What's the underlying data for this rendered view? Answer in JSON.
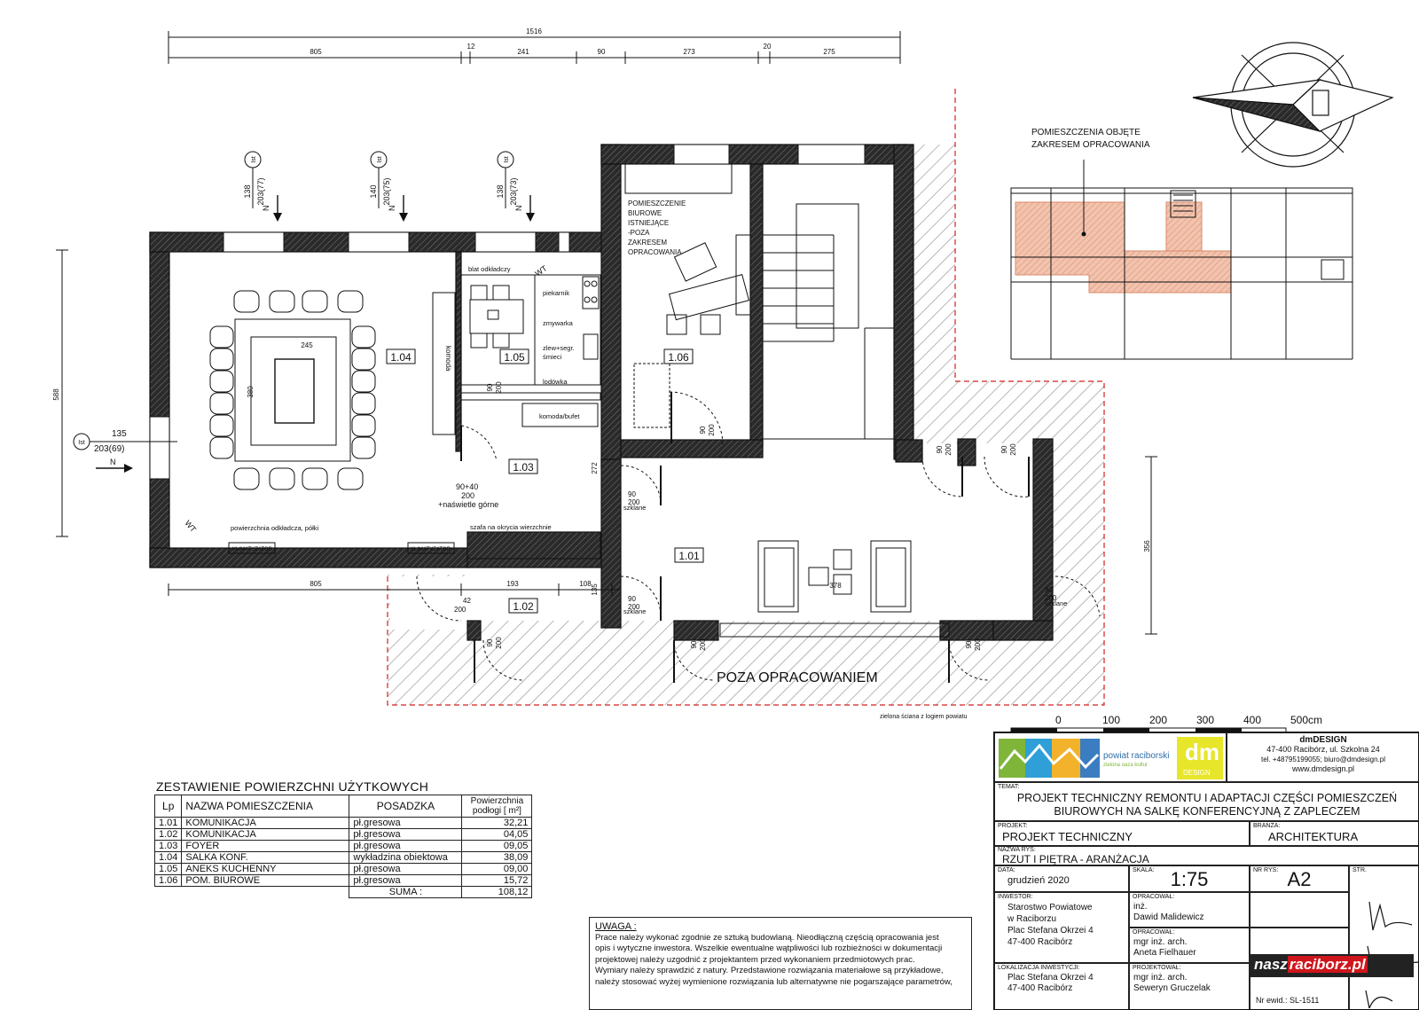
{
  "dimensions": {
    "top_total": "1516",
    "top_segments": [
      "805",
      "12",
      "241",
      "90",
      "273",
      "20",
      "275"
    ],
    "left_height": "588",
    "right_height": "356",
    "bottom_segments": [
      "805",
      "193",
      "108",
      "135"
    ],
    "room_dims": [
      "245",
      "380",
      "272",
      "42",
      "378"
    ]
  },
  "windows": [
    {
      "sill": "138",
      "height": "203(77)",
      "badge": "Ist",
      "dir": "N"
    },
    {
      "sill": "140",
      "height": "203(75)",
      "badge": "Ist",
      "dir": "N"
    },
    {
      "sill": "138",
      "height": "203(73)",
      "badge": "Ist",
      "dir": "N"
    },
    {
      "sill": "135",
      "height": "203(69)",
      "badge": "Ist",
      "dir": "N"
    }
  ],
  "rooms": {
    "r101": "1.01",
    "r102": "1.02",
    "r103": "1.03",
    "r104": "1.04",
    "r105": "1.05",
    "r106": "1.06"
  },
  "labels": {
    "blat": "blat odkładczy",
    "piekarnik": "piekarnik",
    "zmywarka": "zmywarka",
    "zlew": "zlew+segr.",
    "smieci": "śmieci",
    "lodowka": "lodówka",
    "komoda": "komoda",
    "komoda_bufet": "komoda/bufet",
    "szafa": "szafa na okrycia wierzchnie",
    "powierzchnia": "powierzchnia odkładcza, półki",
    "klimatyzator": "KLIMATYZATOR",
    "naswietle_1": "90+40",
    "naswietle_2": "200",
    "naswietle_3": "+naświetle górne",
    "door_90": "90",
    "door_200": "200",
    "szklane": "szklane",
    "wt": "WT",
    "office": [
      "POMIESZCZENIE",
      "BIUROWE",
      "ISTNIEJĄCE",
      "-POZA",
      "ZAKRESEM",
      "OPRACOWANIA"
    ],
    "poza": "POZA OPRACOWANIEM",
    "zielona": "zielona ściana z logiem powiatu",
    "scope_1": "POMIESZCZENIA OBJĘTE",
    "scope_2": "ZAKRESEM OPRACOWANIA"
  },
  "scale_bar": [
    "0",
    "100",
    "200",
    "300",
    "400",
    "500cm"
  ],
  "summary": {
    "title": "ZESTAWIENIE POWIERZCHNI UŻYTKOWYCH",
    "headers": [
      "Lp",
      "NAZWA POMIESZCZENIA",
      "POSADZKA",
      "Powierzchnia podłogi [ m²]"
    ],
    "rows": [
      [
        "1.01",
        "KOMUNIKACJA",
        "pł.gresowa",
        "32,21"
      ],
      [
        "1.02",
        "KOMUNIKACJA",
        "pł.gresowa",
        "04,05"
      ],
      [
        "1.03",
        "FOYER",
        "pł.gresowa",
        "09,05"
      ],
      [
        "1.04",
        "SALKA KONF.",
        "wykładzina obiektowa",
        "38,09"
      ],
      [
        "1.05",
        "ANEKS KUCHENNY",
        "pł.gresowa",
        "09,00"
      ],
      [
        "1.06",
        "POM. BIUROWE",
        "pł.gresowa",
        "15,72"
      ]
    ],
    "sum_label": "SUMA :",
    "sum_value": "108,12"
  },
  "note": {
    "title": "UWAGA :",
    "lines": [
      "Prace należy wykonać zgodnie ze sztuką budowlaną. Nieodłączną częścią opracowania jest",
      "opis i wytyczne inwestora. Wszelkie ewentualne wątpliwości lub rozbieżności w dokumentacji",
      "projektowej należy uzgodnić z projektantem przed wykonaniem przedmiotowych prac.",
      "Wymiary należy sprawdzić z natury. Przedstawione rozwiązania materiałowe są przykładowe,",
      "należy stosować wyżej wymienione rozwiązania lub alternatywne nie pogarszające parametrów,"
    ]
  },
  "titleblock": {
    "logo_text": "powiat raciborski",
    "logo_sub": "zielona oaza kultur",
    "dm": "dm",
    "design": "DESIGN",
    "company": "dmDESIGN",
    "addr": "47-400 Racibórz, ul. Szkolna 24",
    "contact": "tel. +48795199055; biuro@dmdesign.pl",
    "www": "www.dmdesign.pl",
    "temat_lbl": "TEMAT:",
    "temat_1": "PROJEKT TECHNICZNY REMONTU I ADAPTACJI CZĘŚCI POMIESZCZEŃ",
    "temat_2": "BIUROWYCH NA SALKĘ KONFERENCYJNĄ Z ZAPLECZEM",
    "projekt_lbl": "PROJEKT:",
    "projekt": "PROJEKT TECHNICZNY",
    "branza_lbl": "BRANŻA:",
    "branza": "ARCHITEKTURA",
    "nazwa_lbl": "NAZWA RYS:",
    "nazwa": "RZUT I PIĘTRA - ARANŻACJA",
    "data_lbl": "DATA:",
    "data": "grudzień 2020",
    "skala_lbl": "SKALA:",
    "skala": "1:75",
    "nr_lbl": "NR RYS:",
    "nr": "A2",
    "str_lbl": "STR.",
    "inwestor_lbl": "INWESTOR:",
    "inwestor": [
      "Starostwo Powiatowe",
      "w Raciborzu",
      "Plac Stefana Okrzei 4",
      "47-400 Racibórz"
    ],
    "opr1_lbl": "OPRACOWAŁ:",
    "opr1": [
      "inż.",
      "Dawid Malidewicz"
    ],
    "opr2_lbl": "OPRACOWAŁ:",
    "opr2": [
      "mgr inż. arch.",
      "Aneta Fielhauer"
    ],
    "lok_lbl": "LOKALIZACJA INWESTYCJI:",
    "lok": [
      "Plac Stefana Okrzei 4",
      "47-400 Racibórz"
    ],
    "proj_lbl": "PROJEKTOWAŁ:",
    "proj": [
      "mgr inż. arch.",
      "Seweryn Gruczelak"
    ],
    "nr_ewid": "Nr ewid.: SL-1511"
  },
  "watermark": {
    "part1": "nasz",
    "part2": "raciborz.pl"
  },
  "colors": {
    "hatch": "#9a9a9a",
    "scope": "#e8a58a",
    "outline": "#d42020"
  }
}
